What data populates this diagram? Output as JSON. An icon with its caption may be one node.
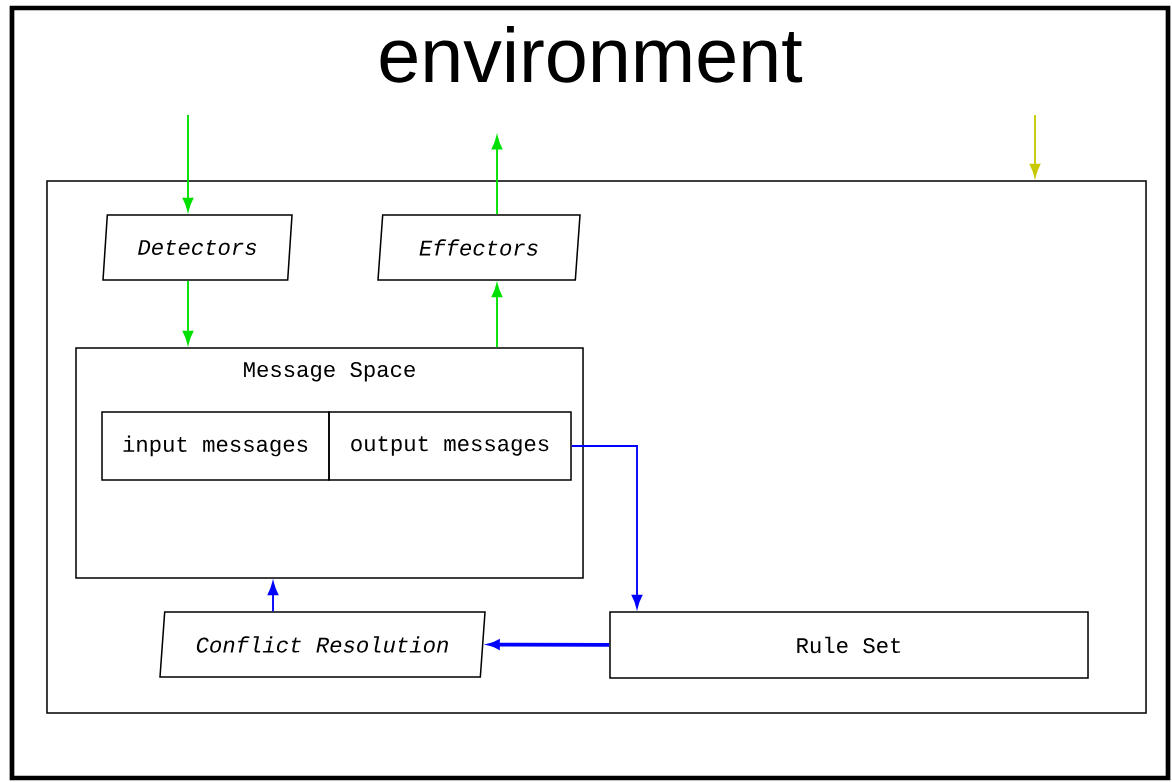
{
  "diagram": {
    "nodes": [
      {
        "text": [
          "environment"
        ]
      },
      {
        "text": [],
        "shape": "box",
        "in": 0
      },
      {
        "text": [
          "Detectors"
        ],
        "in": 1
      },
      {
        "text": [
          "Effectors"
        ],
        "in": 1
      },
      {
        "text": [
          "Message Space"
        ],
        "in": 1
      },
      {
        "text": [
          "input messages"
        ],
        "in": 4
      },
      {
        "text": [
          "output messages"
        ],
        "in": 4
      },
      {
        "text": [
          "Conflict Resolution"
        ],
        "in": 1
      },
      {
        "text": [
          "Rule Set"
        ],
        "in": 1
      }
    ],
    "edges": [
      {
        "from": null,
        "to": 2,
        "arrow": "to"
      },
      {
        "from": 2,
        "to": 4,
        "arrow": "to"
      },
      {
        "from": 4,
        "to": 3,
        "arrow": "to"
      },
      {
        "from": 3,
        "to": null,
        "arrow": "to"
      },
      {
        "from": null,
        "to": 1,
        "arrow": "to",
        "color": "#c8c800"
      },
      {
        "from": 6,
        "to": 8,
        "arrow": "to",
        "color": "#0000ff"
      },
      {
        "from": 8,
        "to": 7,
        "arrow": "to",
        "style": "thick",
        "color": "#0000ff"
      },
      {
        "from": 7,
        "to": 4,
        "arrow": "to",
        "color": "#0000ff"
      }
    ]
  }
}
